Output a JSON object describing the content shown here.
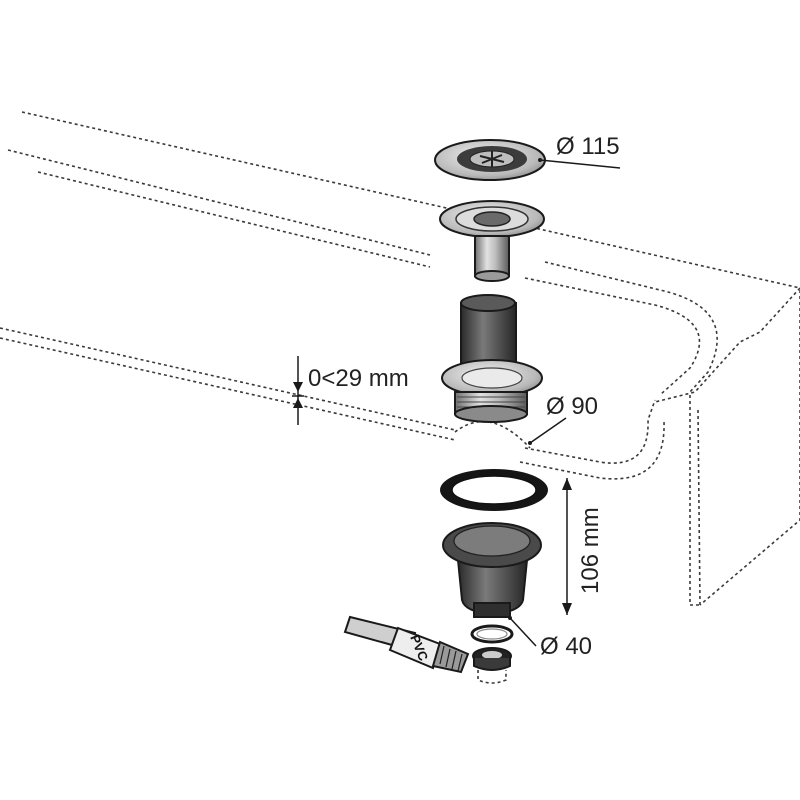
{
  "labels": {
    "grate_diameter": "Ø 115",
    "hole_diameter": "Ø 90",
    "thickness": "0<29 mm",
    "height": "106 mm",
    "outlet_diameter": "Ø 40",
    "brush_text": "PVC"
  }
}
